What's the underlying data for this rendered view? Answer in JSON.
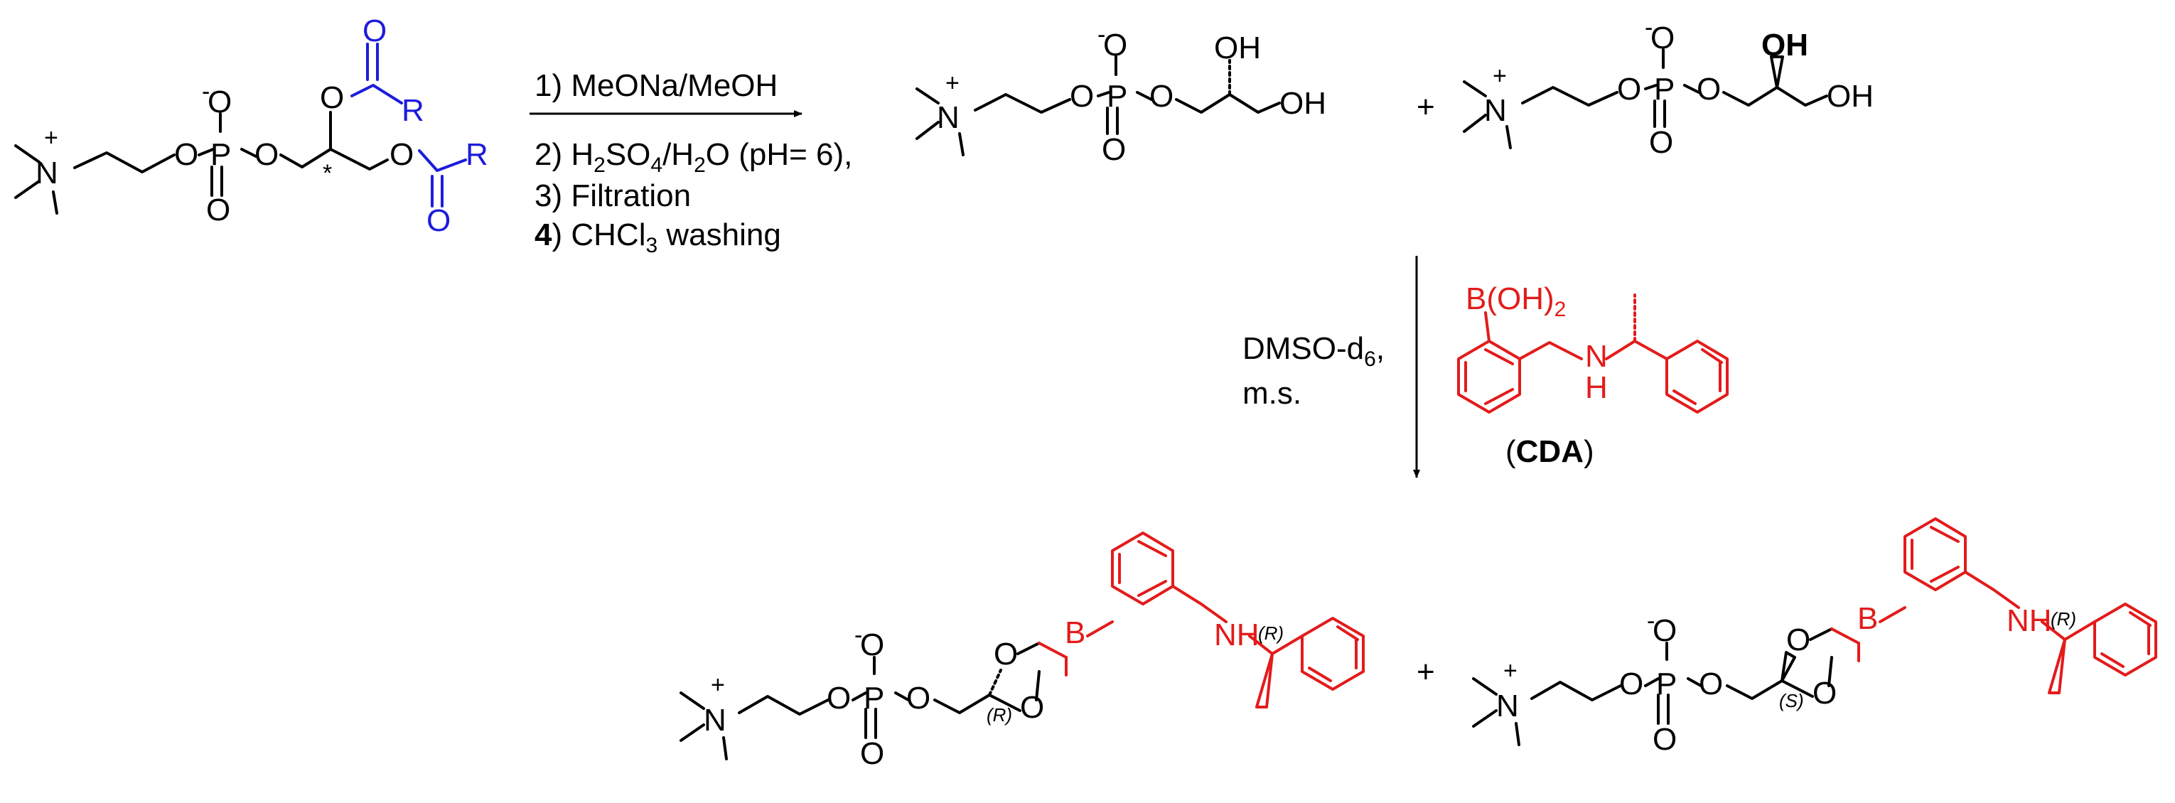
{
  "colors": {
    "structure": "#000000",
    "acyl_groups": "#1c1cdc",
    "reagent": "#e31b1b"
  },
  "atoms": {
    "n": "N",
    "plus": "+",
    "o": "O",
    "o_minus": "-",
    "p": "P",
    "b": "B",
    "r": "R",
    "star": "*",
    "oh": "OH",
    "nh": "NH",
    "nh_h": "H",
    "n_amine": "N"
  },
  "conditions": {
    "step1": "1) MeONa/MeOH",
    "step2_a": "2) H",
    "step2_sub1": "2",
    "step2_b": "SO",
    "step2_sub2": "4",
    "step2_c": "/H",
    "step2_sub3": "2",
    "step2_d": "O (pH= 6),",
    "step3": "3) Filtration",
    "step4_num": "4",
    "step4_a": ") CHCl",
    "step4_sub": "3",
    "step4_b": " washing",
    "solvent_a": "DMSO-d",
    "solvent_sub": "6",
    "solvent_b": ",",
    "sieves": "m.s."
  },
  "reagent": {
    "boronic_a": "B(OH)",
    "boronic_sub": "2",
    "label_open": "(",
    "label_bold": "CDA",
    "label_close": ")"
  },
  "plus_sign": "+",
  "stereo": {
    "product1_diol": "(R)",
    "product1_amine": "(R)",
    "product2_diol": "(S)",
    "product2_amine": "(R)"
  }
}
